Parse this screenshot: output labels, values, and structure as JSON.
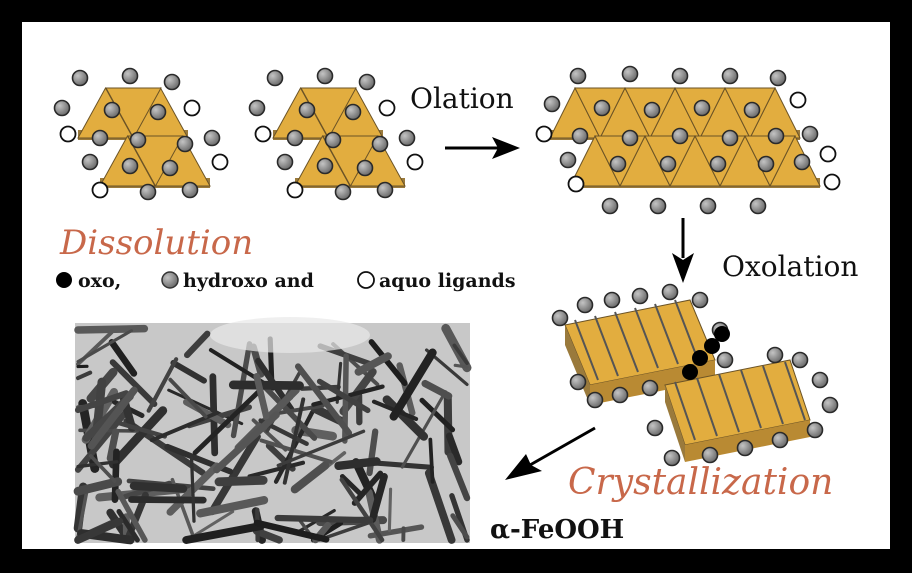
{
  "labels": {
    "olation": "Olation",
    "oxolation": "Oxolation",
    "dissolution": "Dissolution",
    "crystallization": "Crystallization",
    "product": "α-FeOOH"
  },
  "legend": {
    "oxo": "oxo,",
    "hydroxo": "hydroxo and",
    "aquo": "aquo ligands"
  },
  "colors": {
    "octahedron_light": "#e2ad3f",
    "octahedron_dark": "#9a7a3c",
    "hydroxo": "#8a8a8a",
    "aquo": "#ffffff",
    "oxo": "#000000",
    "accent_text": "#c8684a"
  }
}
